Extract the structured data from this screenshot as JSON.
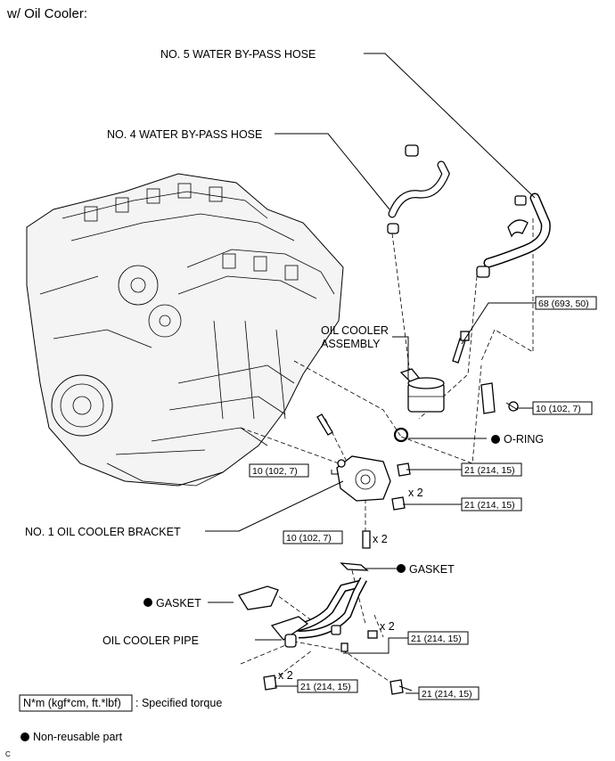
{
  "header": {
    "title": "w/ Oil Cooler:"
  },
  "callouts": {
    "water_hose_5": "NO. 5 WATER BY-PASS HOSE",
    "water_hose_4": "NO. 4 WATER BY-PASS HOSE",
    "oil_cooler_assy_1": "OIL COOLER",
    "oil_cooler_assy_2": "ASSEMBLY",
    "o_ring": "O-RING",
    "bracket": "NO. 1 OIL COOLER BRACKET",
    "gasket_right": "GASKET",
    "gasket_left": "GASKET",
    "oil_cooler_pipe": "OIL COOLER PIPE"
  },
  "torques": {
    "t_68": "68 (693, 50)",
    "t_10_right": "10 (102, 7)",
    "t_21_oring": "21 (214, 15)",
    "t_10_left": "10 (102, 7)",
    "t_21_bracket": "21 (214, 15)",
    "t_10_stud": "10 (102, 7)",
    "t_21_pipe": "21 (214, 15)",
    "t_21_lower_left": "21 (214, 15)",
    "t_21_lower_right": "21 (214, 15)"
  },
  "multipliers": {
    "x2_bracket": "x 2",
    "x2_stud": "x 2",
    "x2_pipe": "x 2",
    "x2_lower": "x 2"
  },
  "legend": {
    "torque_box": "N*m (kgf*cm, ft.*lbf)",
    "torque_text": ": Specified torque",
    "nonreusable_text": "Non-reusable part"
  },
  "footer": {
    "code": "C"
  }
}
